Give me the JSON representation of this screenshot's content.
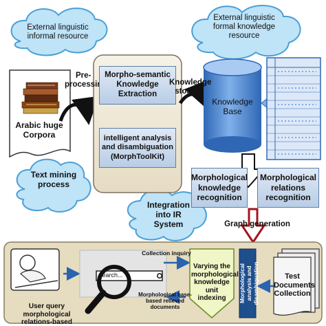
{
  "clouds": {
    "informal": "External linguistic informal resource",
    "formal": "External linguistic formal knowledge resource",
    "text_mining": "Text mining process",
    "integration": "Integration into IR System"
  },
  "corpus": {
    "label_line1": "Arabic huge",
    "label_line2": "Corpora"
  },
  "arrows": {
    "preprocessing_line1": "Pre-",
    "preprocessing_line2": "processing",
    "knowledge_storage_line1": "Knowledge",
    "knowledge_storage_line2": "storage",
    "graph_generation": "Graph generation"
  },
  "panel": {
    "box1_line1": "Morpho-semantic",
    "box1_line2": "Knowledge",
    "box1_line3": "Extraction",
    "box2_line1": "intelligent analysis",
    "box2_line2": "and disambiguation",
    "box2_line3": "(MorphToolKit)"
  },
  "knowledge_base": {
    "line1": "Knowledge",
    "line2": "Base"
  },
  "recognition": {
    "left_line1": "Morphological",
    "left_line2": "knowledge",
    "left_line3": "recognition",
    "right_line1": "Morphological",
    "right_line2": "relations",
    "right_line3": "recognition"
  },
  "bottom": {
    "collection_inquiry": "Collection inquiry",
    "search_placeholder": "search...",
    "based_line1": "Morphological base-",
    "based_line2": "based retieved",
    "based_line3": "documents",
    "varying_line1": "Varying the",
    "varying_line2": "morphological",
    "varying_line3": "knowledge",
    "varying_line4": "unit indexing",
    "vertical_line1": "Morphological",
    "vertical_line2": "analysis and",
    "vertical_line3": "disambiguation",
    "test_line1": "Test",
    "test_line2": "Documents",
    "test_line3": "Collection",
    "query_line1": "User query morphological",
    "query_line2": "relations-based expansion"
  },
  "colors": {
    "cloud_fill": "#bfe3f7",
    "cloud_stroke": "#4a9fd6",
    "box_fill": "#c9d9ee",
    "panel_fill": "#efe8d6",
    "bottom_panel_fill": "#e6dcc0",
    "cylinder_fill": "#4f87cf",
    "red_arrow": "#a0161b",
    "green_box": "#f1f6c6",
    "vertical_box": "#1f4e8c"
  }
}
